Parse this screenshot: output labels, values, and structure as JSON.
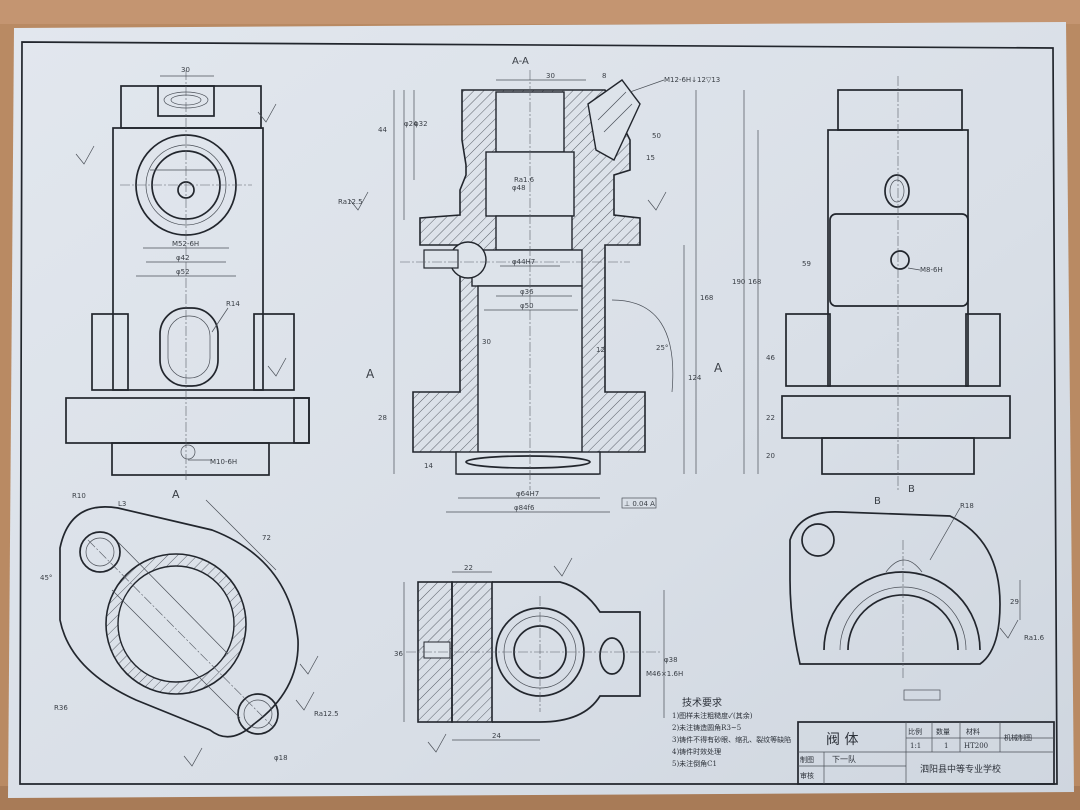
{
  "drawing": {
    "section_label": "A-A",
    "view_arrow_left": "A",
    "view_arrow_right": "A",
    "aux_view_label": "A",
    "view_b_label": "B",
    "view_b_arrow": "B"
  },
  "dims": {
    "d30_top": "30",
    "m52": "M52-6H",
    "phi42": "φ42",
    "phi52": "φ52",
    "r14": "R14",
    "m10": "M10-6H",
    "sec_m12": "M12-6H↓12▽13",
    "sec_30": "30",
    "sec_8": "8",
    "sec_44": "44",
    "sec_phi24": "φ24",
    "sec_phi32": "φ32",
    "sec_ra125a": "Ra12.5",
    "sec_ra16": "Ra1.6",
    "sec_phi48": "φ48",
    "sec_phi44h7": "φ44H7",
    "sec_phi36": "φ36",
    "sec_phi50": "φ50",
    "sec_15": "15",
    "sec_12": "12",
    "sec_25": "25°",
    "sec_124": "124",
    "sec_168": "168",
    "sec_phi64h7": "φ64H7",
    "sec_phi84f6": "φ84f6",
    "sec_28": "28",
    "sec_14": "14",
    "sec_30b": "30",
    "sec_50": "50",
    "sec_flat": "⊥ 0.04 A",
    "aux_r10": "R10",
    "aux_l": "L3",
    "aux_45": "45°",
    "aux_72": "72",
    "aux_r36": "R36",
    "aux_ra125": "Ra12.5",
    "aux_phi": "φ18",
    "r_168": "168",
    "r_190": "190",
    "r_46": "46",
    "r_22": "22",
    "r_20": "20",
    "r_m8": "M8-6H",
    "r_59": "59",
    "b_r18": "R18",
    "b_29": "29",
    "b_ra16": "Ra1.6",
    "bot_22": "22",
    "bot_36": "36",
    "bot_m46": "M46×1.6H",
    "bot_phi38": "φ38",
    "bot_24": "24"
  },
  "notes": {
    "heading": "技术要求",
    "lines": [
      "1)图样未注粗糙度✓(其余)",
      "2)未注铸造圆角R3~5",
      "3)铸件不得有砂眼、缩孔、裂纹等缺陷",
      "4)铸件时效处理",
      "5)未注倒角C1"
    ]
  },
  "title_block": {
    "part_name": "阀 体",
    "ratio_head": "比例",
    "qty_head": "数量",
    "material_head": "材料",
    "ratio": "1:1",
    "qty": "1",
    "material": "HT200",
    "drawing_no": "机械制图",
    "drawn_label": "制图",
    "drawn_by": "下一队",
    "check_label": "审核",
    "school": "泗阳县中等专业学校"
  },
  "colors": {
    "paper": "#dde3ea",
    "wood": "#b98a63",
    "ink": "#2b3038"
  }
}
